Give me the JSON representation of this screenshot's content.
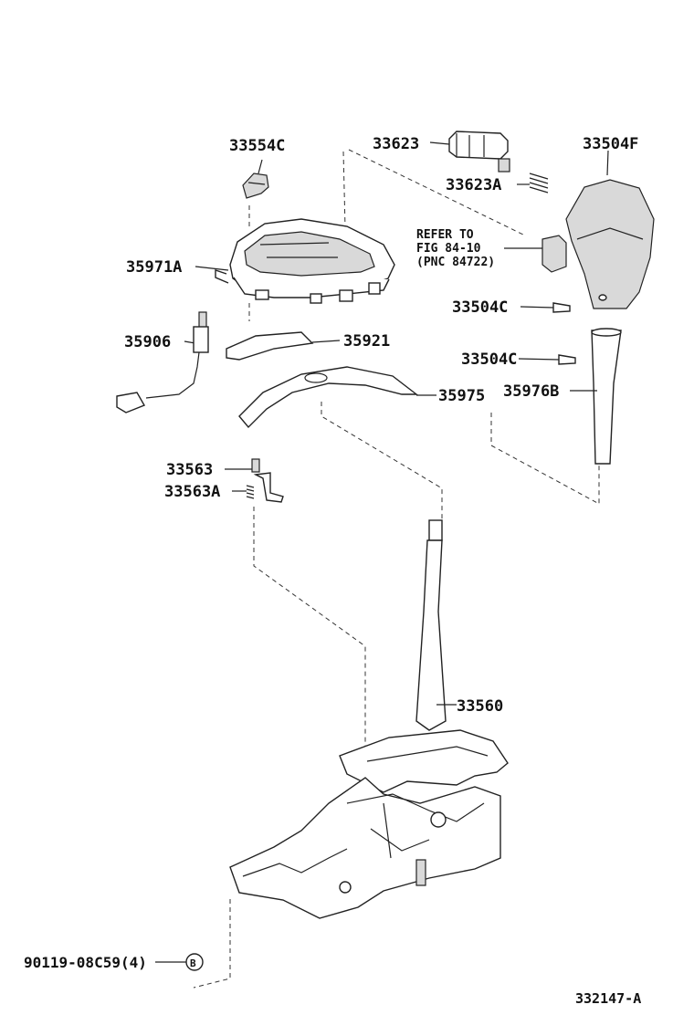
{
  "callouts": {
    "c33554C": "33554C",
    "c33623": "33623",
    "c33504F": "33504F",
    "c33623A": "33623A",
    "c35971A": "35971A",
    "refer_line1": "REFER TO",
    "refer_line2": "FIG 84-10",
    "refer_line3": "(PNC 84722)",
    "c33504C_upper": "33504C",
    "c35906": "35906",
    "c35921": "35921",
    "c33504C_lower": "33504C",
    "c35975": "35975",
    "c35976B": "35976B",
    "c33563": "33563",
    "c33563A": "33563A",
    "c33560": "33560",
    "c90119": "90119-08C59(4)",
    "symbol_b": "B"
  },
  "figure_code": "332147-A"
}
